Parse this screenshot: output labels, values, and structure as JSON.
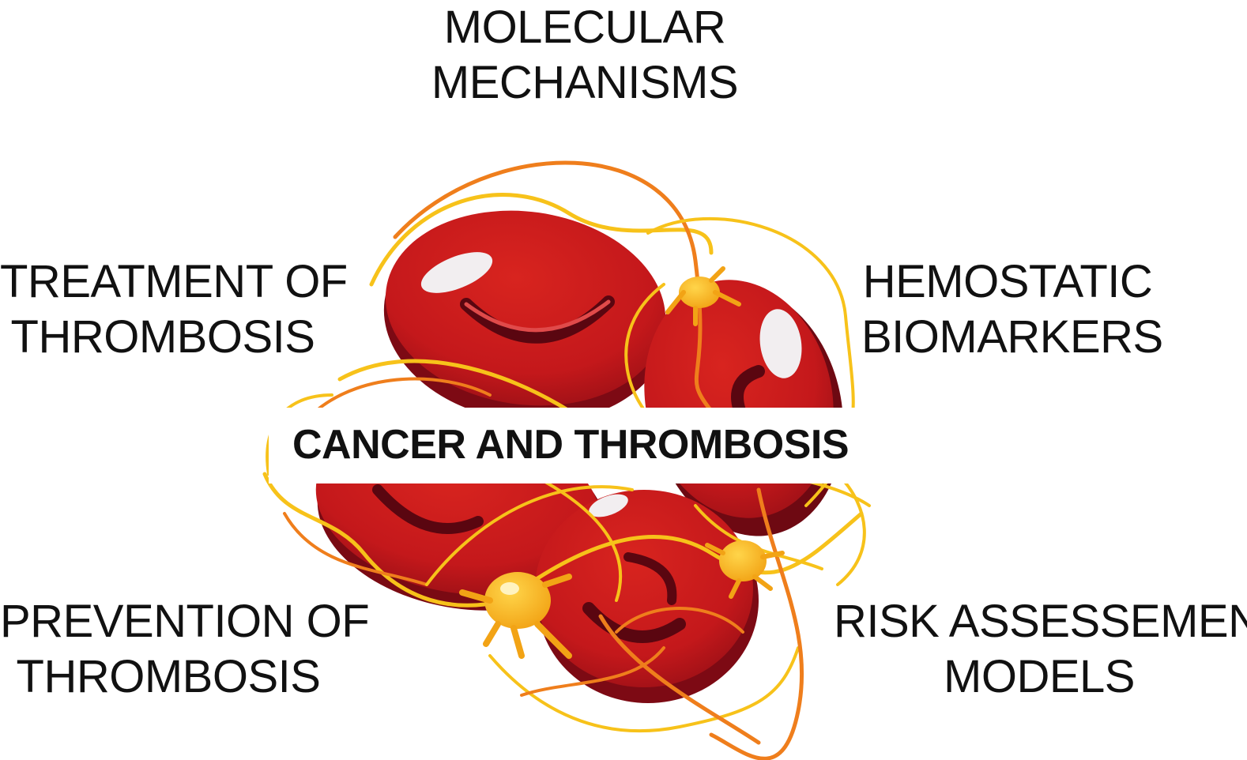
{
  "center": {
    "title": "CANCER AND THROMBOSIS"
  },
  "topics": {
    "top": {
      "line1": "MOLECULAR",
      "line2": "MECHANISMS"
    },
    "upper_left": {
      "line1": "TREATMENT OF",
      "line2": "THROMBOSIS"
    },
    "upper_right": {
      "line1": "HEMOSTATIC",
      "line2": "BIOMARKERS"
    },
    "lower_left": {
      "line1": "PREVENTION OF",
      "line2": "THROMBOSIS"
    },
    "lower_right": {
      "line1": "RISK ASSESSEMENT",
      "line2": "MODELS"
    }
  },
  "illustration": {
    "subject": "red blood cells entangled in fibrin strands with activated platelets",
    "colors": {
      "cell": "#c4181b",
      "cell_shadow": "#7d0a14",
      "fibrin_yellow": "#f7c21a",
      "fibrin_orange": "#ef7e1c",
      "platelet": "#f6b61c"
    }
  }
}
